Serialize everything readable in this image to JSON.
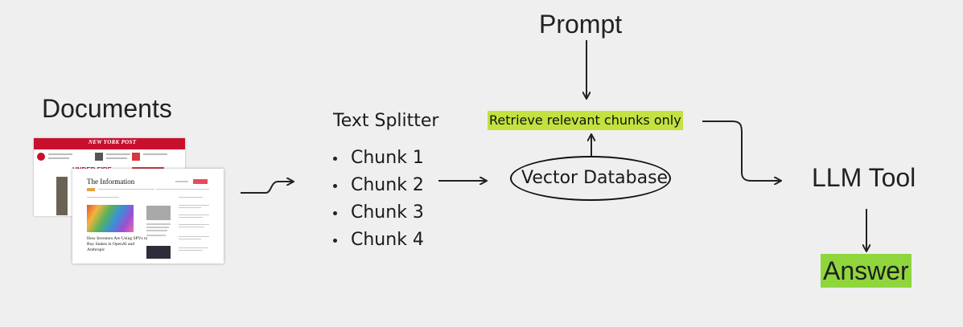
{
  "diagram": {
    "prompt": "Prompt",
    "documents": "Documents",
    "text_splitter": "Text Splitter",
    "chunks": [
      "Chunk 1",
      "Chunk 2",
      "Chunk 3",
      "Chunk 4"
    ],
    "retrieve": "Retrieve relevant chunks only",
    "vector_db": "Vector Database",
    "llm_tool": "LLM Tool",
    "answer": "Answer"
  },
  "documents": {
    "back_masthead": "NEW YORK POST",
    "back_headline": "UNDER FIRE",
    "front_publication": "The Information",
    "front_story": "How Investors Are Using SPVs to Buy Stakes in OpenAI and Anthropic"
  },
  "colors": {
    "background": "#efefef",
    "retrieve_highlight": "#c2e23f",
    "answer_highlight": "#8fd63c",
    "newspaper_red": "#c8102e"
  }
}
